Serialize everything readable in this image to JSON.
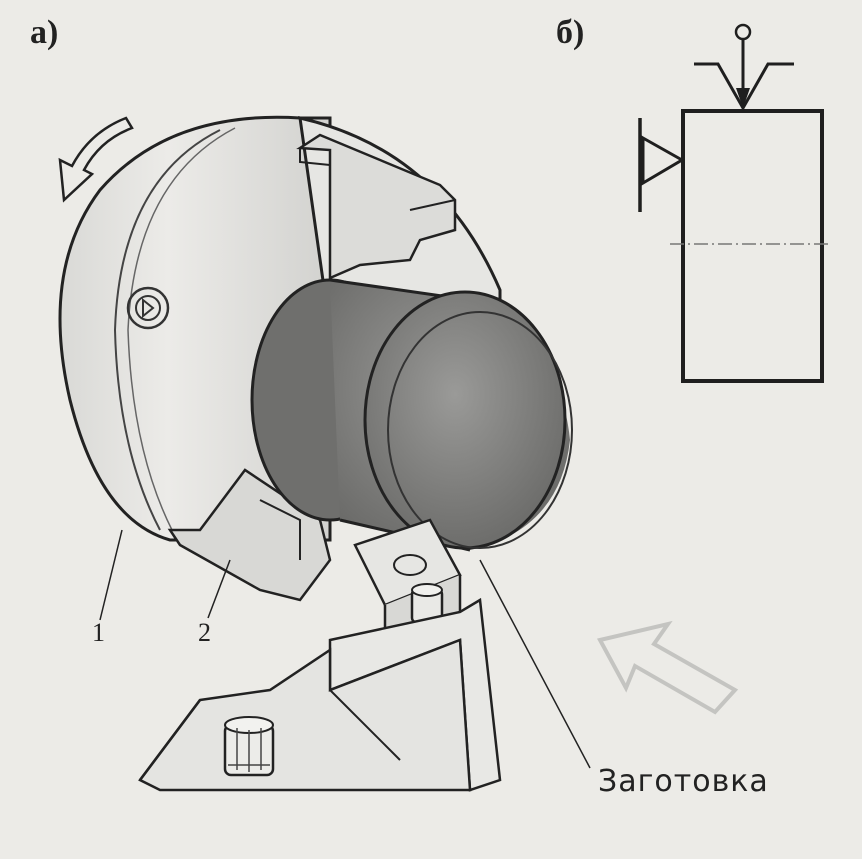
{
  "panels": {
    "a": {
      "label": "а)"
    },
    "b": {
      "label": "б)"
    }
  },
  "labels": {
    "chuck_number": "1",
    "jaw_number": "2",
    "workpiece": "Заготовка"
  },
  "icons": {
    "rotation": "curved-arrow-icon",
    "feed": "hollow-arrow-icon",
    "clamp": "clamp-arrow-icon",
    "support": "triangle-support-icon"
  },
  "colors": {
    "background": "#ecebe7",
    "ink": "#1f1f1f",
    "chuck_fill": "#e2e2df",
    "workpiece_fill": "#7d7d7b",
    "arrow_ghost": "#c9c9c6"
  }
}
